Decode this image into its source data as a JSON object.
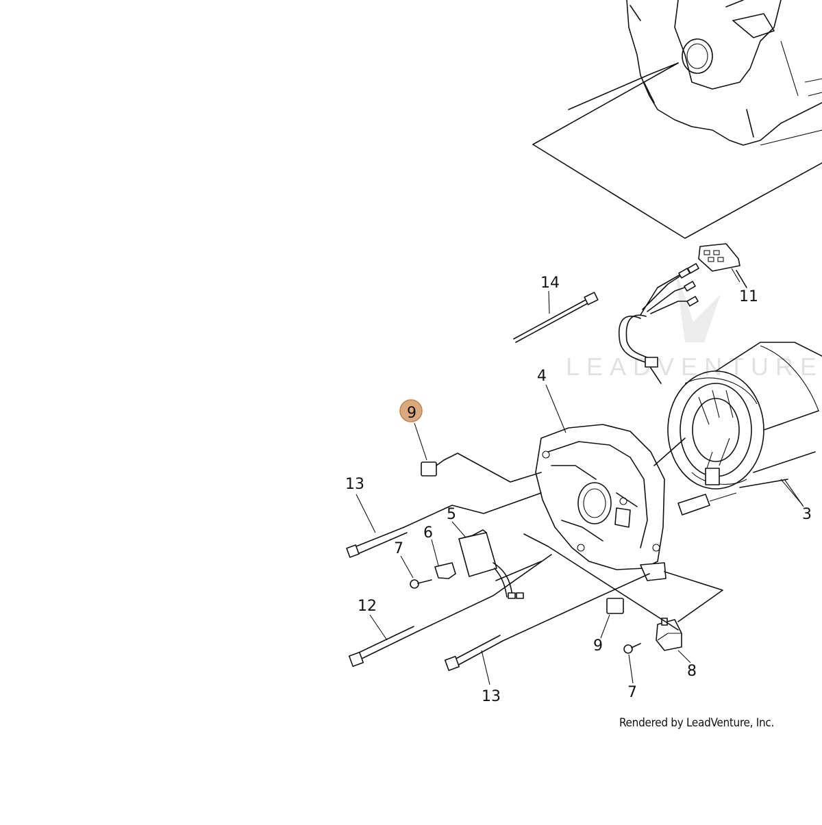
{
  "diagram": {
    "watermark": "LEADVENTURE",
    "credit": "Rendered by LeadVenture, Inc.",
    "highlight_color": "#d9a072",
    "highlighted_part": "9",
    "callouts": [
      "3",
      "4",
      "5",
      "6",
      "7",
      "7",
      "8",
      "9",
      "9",
      "11",
      "12",
      "13",
      "13",
      "14"
    ]
  }
}
